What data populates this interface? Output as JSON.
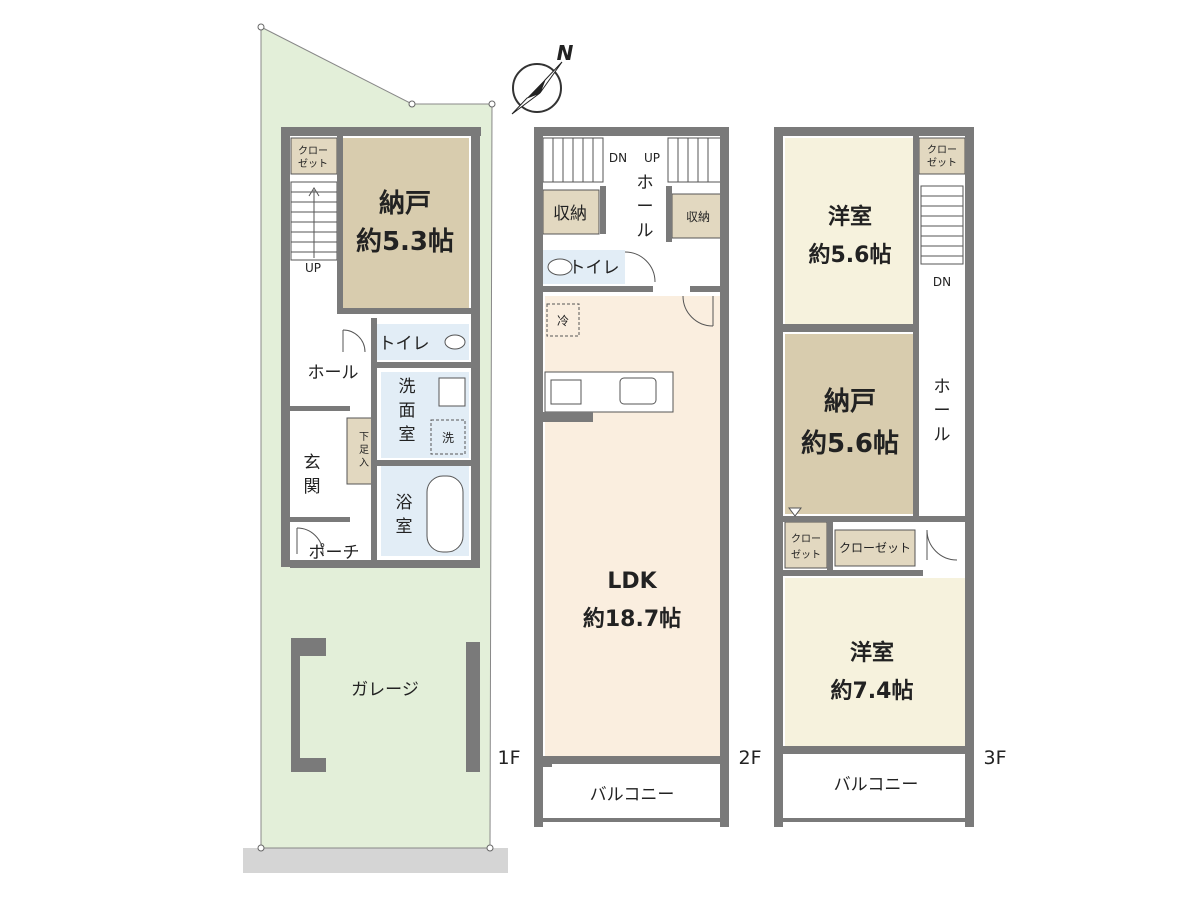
{
  "compass": {
    "north_label": "N"
  },
  "floor1": {
    "level": "1F",
    "rooms": {
      "storage_name": "納戸",
      "storage_size": "約5.3帖",
      "closet_a": "クロー",
      "closet_b": "ゼット",
      "stairs_up": "UP",
      "toilet": "トイレ",
      "hall": "ホール",
      "washroom_1": "洗",
      "washroom_2": "面",
      "washroom_3": "室",
      "washer": "洗",
      "shoe_1": "下",
      "shoe_2": "足",
      "shoe_3": "入",
      "entrance_1": "玄",
      "entrance_2": "関",
      "bath_1": "浴",
      "bath_2": "室",
      "porch": "ポーチ",
      "garage": "ガレージ"
    }
  },
  "floor2": {
    "level": "2F",
    "rooms": {
      "stairs_dn": "DN",
      "stairs_up": "UP",
      "hall_1": "ホ",
      "hall_2": "ー",
      "hall_3": "ル",
      "storage_left": "収納",
      "storage_right": "収納",
      "toilet": "トイレ",
      "fridge": "冷",
      "ldk_name": "LDK",
      "ldk_size": "約18.7帖",
      "balcony": "バルコニー"
    }
  },
  "floor3": {
    "level": "3F",
    "rooms": {
      "closet_a": "クロー",
      "closet_b": "ゼット",
      "western1_name": "洋室",
      "western1_size": "約5.6帖",
      "stairs_dn": "DN",
      "storage_name": "納戸",
      "storage_size": "約5.6帖",
      "hall_1": "ホ",
      "hall_2": "ー",
      "hall_3": "ル",
      "closet_small_a": "クロー",
      "closet_small_b": "ゼット",
      "closet_long": "クローゼット",
      "western2_name": "洋室",
      "western2_size": "約7.4帖",
      "balcony": "バルコニー"
    }
  },
  "colors": {
    "site": "#e3efd9",
    "storage_room": "#d8ccae",
    "western_room": "#f6f2dd",
    "ldk": "#faeedf",
    "wet_area": "#e2edf6",
    "closet": "#e2d8c0",
    "wall": "#7a7a7a",
    "road": "#d5d5d5"
  }
}
